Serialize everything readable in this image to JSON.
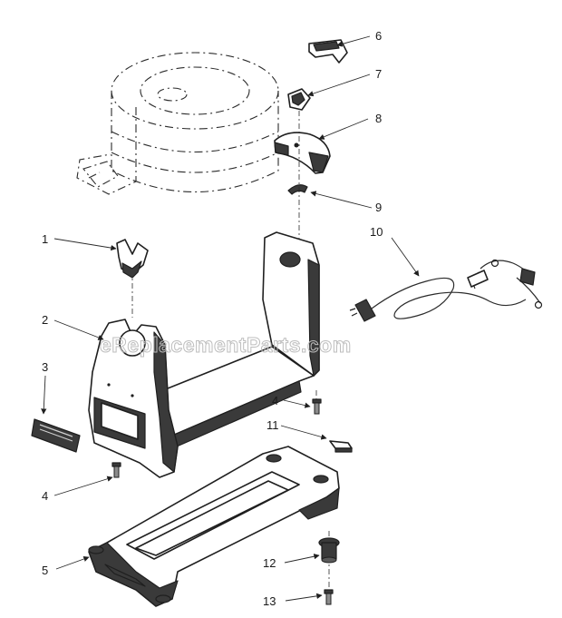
{
  "watermark": "eReplacementParts.com",
  "callouts": [
    {
      "id": "c1",
      "label": "1"
    },
    {
      "id": "c2",
      "label": "2"
    },
    {
      "id": "c3",
      "label": "3"
    },
    {
      "id": "c4a",
      "label": "4"
    },
    {
      "id": "c4b",
      "label": "4"
    },
    {
      "id": "c5",
      "label": "5"
    },
    {
      "id": "c6",
      "label": "6"
    },
    {
      "id": "c7",
      "label": "7"
    },
    {
      "id": "c8",
      "label": "8"
    },
    {
      "id": "c9",
      "label": "9"
    },
    {
      "id": "c10",
      "label": "10"
    },
    {
      "id": "c11",
      "label": "11"
    },
    {
      "id": "c12",
      "label": "12"
    },
    {
      "id": "c13",
      "label": "13"
    }
  ]
}
